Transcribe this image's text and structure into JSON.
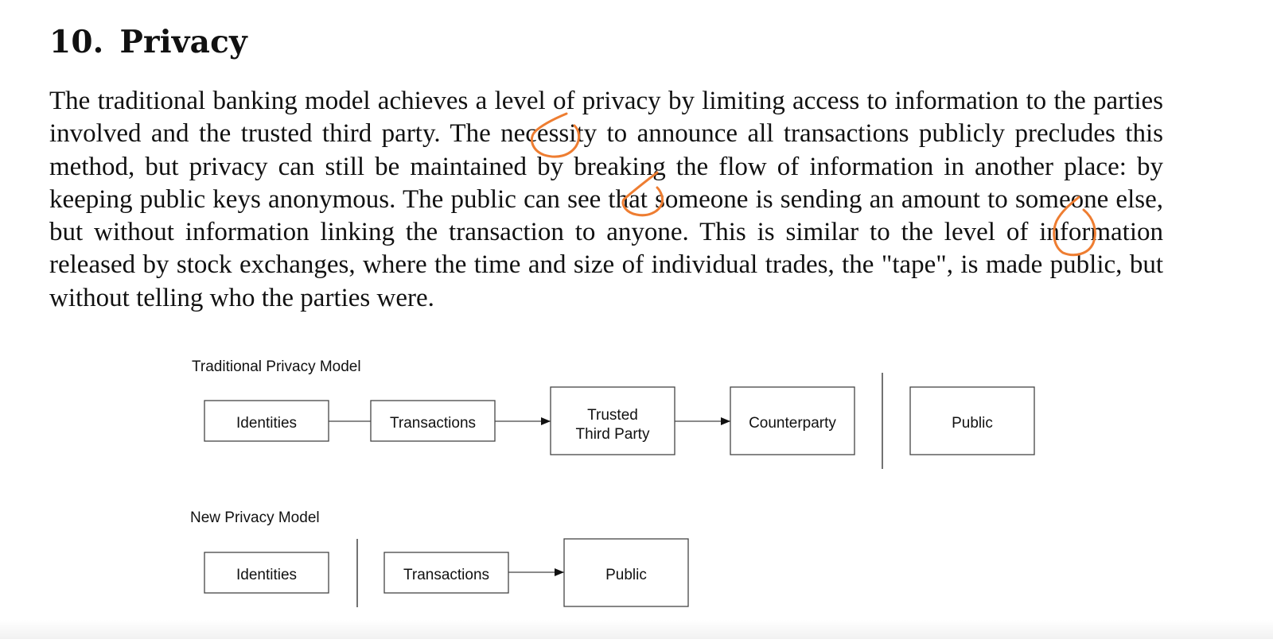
{
  "section": {
    "number": "10.",
    "title": "Privacy"
  },
  "paragraph": "The traditional banking model achieves a level of privacy by limiting access to information to the parties involved and the trusted third party.  The necessity to announce all transactions publicly precludes this method, but privacy can still be maintained by breaking the flow of information in another place: by keeping public keys anonymous.  The public can see that someone is sending an amount to someone else, but without information linking the transaction to anyone.  This is similar to the level of information released by stock exchanges, where the time and size of individual trades, the \"tape\", is made public, but without telling who the parties were.",
  "diagram": {
    "traditional": {
      "label": "Traditional Privacy Model",
      "boxes": {
        "identities": "Identities",
        "transactions": "Transactions",
        "trusted_line1": "Trusted",
        "trusted_line2": "Third Party",
        "counterparty": "Counterparty",
        "public": "Public"
      }
    },
    "new": {
      "label": "New Privacy Model",
      "boxes": {
        "identities": "Identities",
        "transactions": "Transactions",
        "public": "Public"
      }
    }
  },
  "annotation_color": "#ee7d31"
}
